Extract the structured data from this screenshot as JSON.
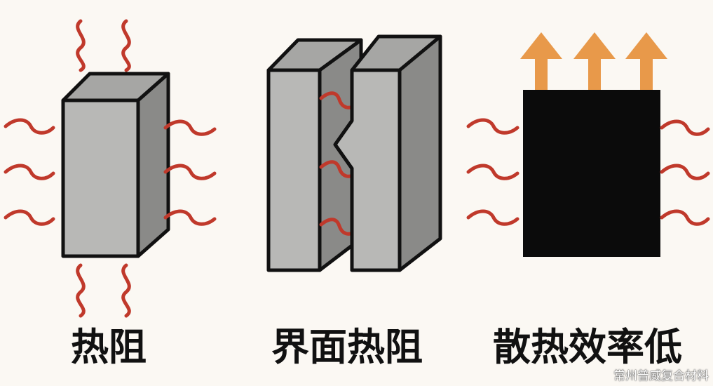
{
  "panels": [
    {
      "label": "热阻"
    },
    {
      "label": "界面热阻"
    },
    {
      "label": "散热效率低"
    }
  ],
  "watermark": "常州普威复合材料",
  "colors": {
    "background": "#fbf8f3",
    "block_front": "#b8b8b6",
    "block_top": "#a6a6a4",
    "block_side": "#8a8a88",
    "outline": "#111111",
    "heat_wave": "#c0392b",
    "arrow": "#e8994a",
    "black_block": "#0b0b0b"
  },
  "icons": [
    "heat-wave-icon",
    "heat-arrow-icon"
  ]
}
